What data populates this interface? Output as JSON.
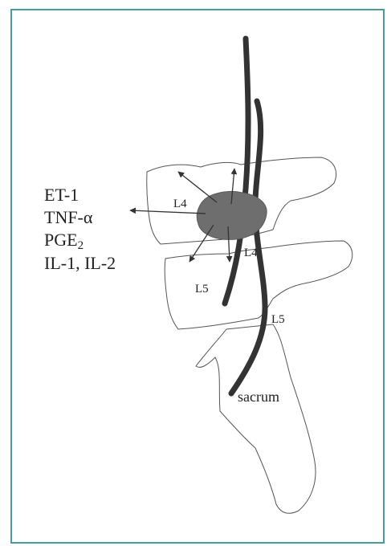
{
  "mediators": {
    "line1": "ET-1",
    "line2": "TNF-α",
    "line3_main": "PGE",
    "line3_sub": "2",
    "line4": "IL-1, IL-2"
  },
  "levels": {
    "l4_upper": "L4",
    "l4_lower": "L4",
    "l5_upper": "L5",
    "l5_lower": "L5",
    "sacrum": "sacrum"
  },
  "colors": {
    "frame": "#4a9a9a",
    "outline": "#555555",
    "nerve": "#333333",
    "herniation": "#6e6e6e",
    "arrow": "#333333"
  }
}
